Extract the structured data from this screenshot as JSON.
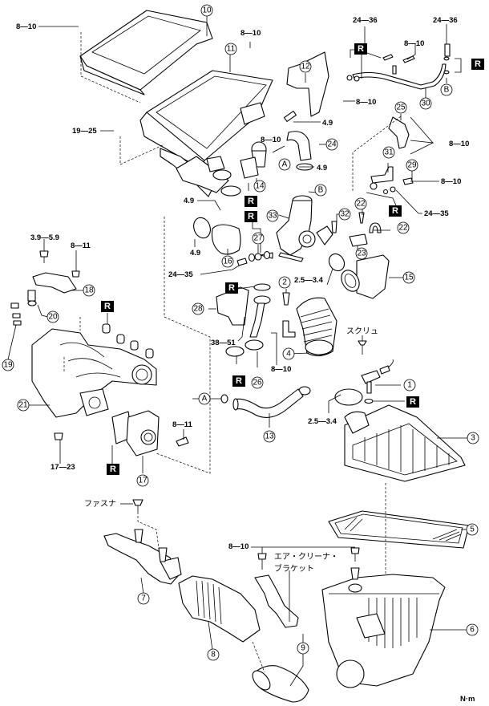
{
  "diagram": {
    "title": "Intake air system exploded view",
    "unit_label": "N·m",
    "reuse_marker": "R",
    "ref_letters": [
      "A",
      "B"
    ],
    "notes": {
      "screw": "スクリュ",
      "fastener": "ファスナ",
      "air_cleaner_bracket_line1": "エア・クリーナ・",
      "air_cleaner_bracket_line2": "ブラケット"
    },
    "parts": [
      {
        "num": "1"
      },
      {
        "num": "2"
      },
      {
        "num": "3"
      },
      {
        "num": "4"
      },
      {
        "num": "5"
      },
      {
        "num": "6"
      },
      {
        "num": "7"
      },
      {
        "num": "8"
      },
      {
        "num": "9"
      },
      {
        "num": "10"
      },
      {
        "num": "11"
      },
      {
        "num": "12"
      },
      {
        "num": "13"
      },
      {
        "num": "14"
      },
      {
        "num": "15"
      },
      {
        "num": "16"
      },
      {
        "num": "17"
      },
      {
        "num": "18"
      },
      {
        "num": "19"
      },
      {
        "num": "20"
      },
      {
        "num": "21"
      },
      {
        "num": "22"
      },
      {
        "num": "23"
      },
      {
        "num": "24"
      },
      {
        "num": "25"
      },
      {
        "num": "26"
      },
      {
        "num": "27"
      },
      {
        "num": "28"
      },
      {
        "num": "29"
      },
      {
        "num": "30"
      },
      {
        "num": "31"
      },
      {
        "num": "32"
      },
      {
        "num": "33"
      }
    ],
    "torques": {
      "t8_10": "8—10",
      "t19_25": "19—25",
      "t24_36": "24—36",
      "t4_9": "4.9",
      "t3_9_5_9": "3.9—5.9",
      "t8_11": "8—11",
      "t17_23": "17—23",
      "t24_35": "24—35",
      "t2_5_3_4": "2.5—3.4",
      "t38_51": "38—51"
    }
  }
}
